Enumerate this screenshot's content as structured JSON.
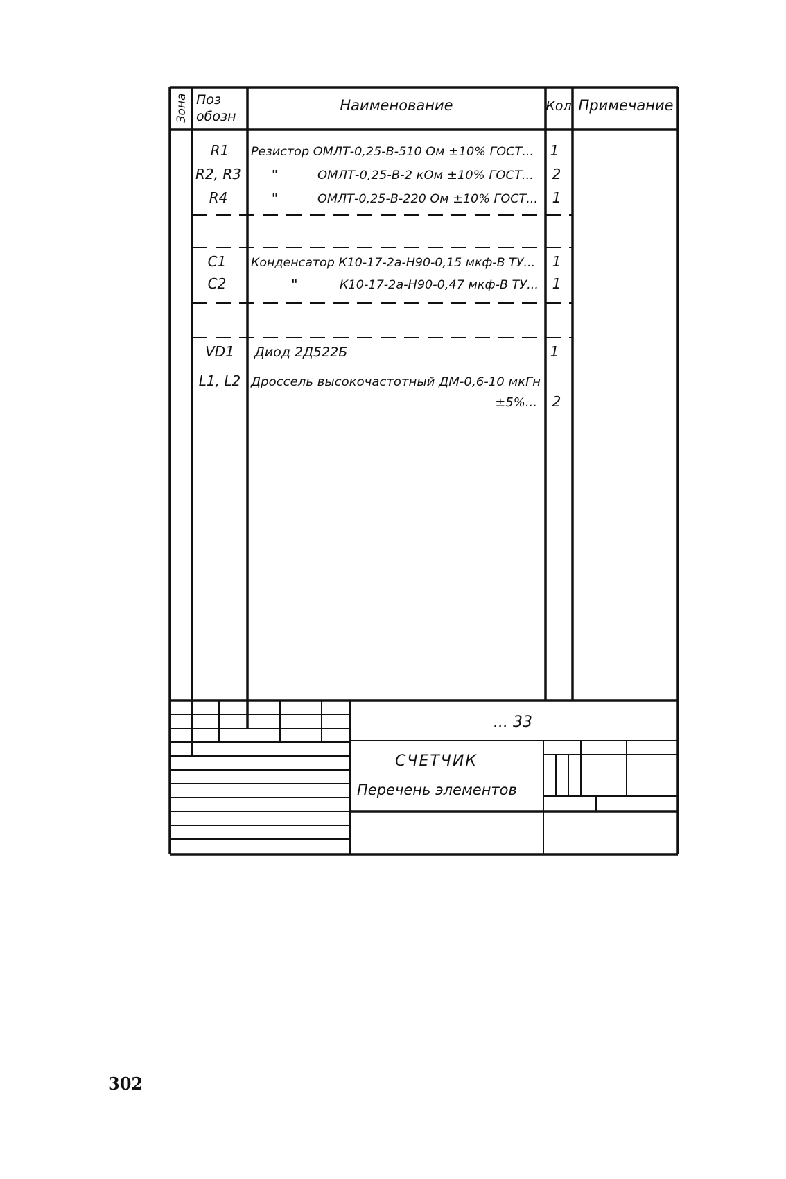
{
  "header": {
    "zone": "Зона",
    "pos_line1": "Поз",
    "pos_line2": "обозн",
    "name": "Наименование",
    "qty": "Кол",
    "note": "Примечание"
  },
  "rows": [
    {
      "pos": "R1",
      "name": "Резистор ОМЛТ-0,25-В-510 Ом ±10% ГОСТ...",
      "qty": "1"
    },
    {
      "pos": "R2, R3",
      "name_ditto": "\"",
      "name": "ОМЛТ-0,25-В-2 кОм ±10% ГОСТ...",
      "qty": "2"
    },
    {
      "pos": "R4",
      "name_ditto": "\"",
      "name": "ОМЛТ-0,25-В-220 Ом ±10% ГОСТ...",
      "qty": "1"
    },
    {
      "pos": "C1",
      "name": "Конденсатор К10-17-2а-Н90-0,15 мкф-В ТУ...",
      "qty": "1"
    },
    {
      "pos": "C2",
      "name_ditto": "\"",
      "name": "К10-17-2а-Н90-0,47 мкф-В ТУ...",
      "qty": "1"
    },
    {
      "pos": "VD1",
      "name": "Диод 2Д522Б",
      "qty": "1"
    },
    {
      "pos": "L1, L2",
      "name": "Дроссель высокочастотный ДМ-0,6-10 мкГн",
      "name_line2": "±5%...",
      "qty": "2"
    }
  ],
  "title_block": {
    "designation": "... 33",
    "product": "СЧЕТЧИК",
    "document": "Перечень элементов"
  },
  "page_number": "302"
}
